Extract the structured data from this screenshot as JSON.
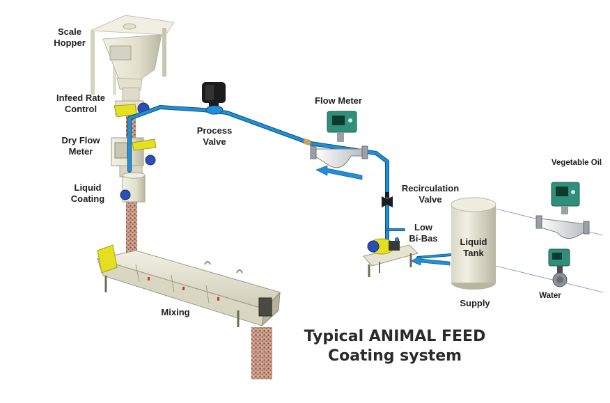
{
  "labels": {
    "scale_hopper": [
      "Scale",
      "Hopper"
    ],
    "infeed_rate_control": [
      "Infeed Rate",
      "Control"
    ],
    "dry_flow_meter": [
      "Dry Flow",
      "Meter"
    ],
    "liquid_coating": [
      "Liquid",
      "Coating"
    ],
    "process_valve": [
      "Process",
      "Valve"
    ],
    "flow_meter": "Flow Meter",
    "recirculation_valve": [
      "Recirculation",
      "Valve"
    ],
    "low_bi_bas": [
      "Low",
      "Bi-Bas"
    ],
    "liquid_tank": [
      "Liquid",
      "Tank"
    ],
    "supply": "Supply",
    "vegetable_oil": "Vegetable Oil",
    "water": "Water",
    "mixing": "Mixing"
  },
  "title": [
    "Typical ANIMAL FEED",
    "Coating system"
  ],
  "colors": {
    "pipe": "#1f8fd6",
    "pipe_outline": "#0d4f7c",
    "equipment_body": "#e8e6d6",
    "equipment_shadow": "#b9b6a2",
    "motor_blue": "#2a4fb5",
    "accent_yellow": "#e4e01f",
    "meter_green": "#2f8f7a",
    "feed_stream": "#a86a52",
    "arrow": "#1f8fd6"
  },
  "icons": [
    "valve-icon",
    "flow-meter-icon",
    "pump-icon",
    "tank-icon",
    "hopper-icon",
    "mixer-icon",
    "flow-arrow-icon"
  ]
}
